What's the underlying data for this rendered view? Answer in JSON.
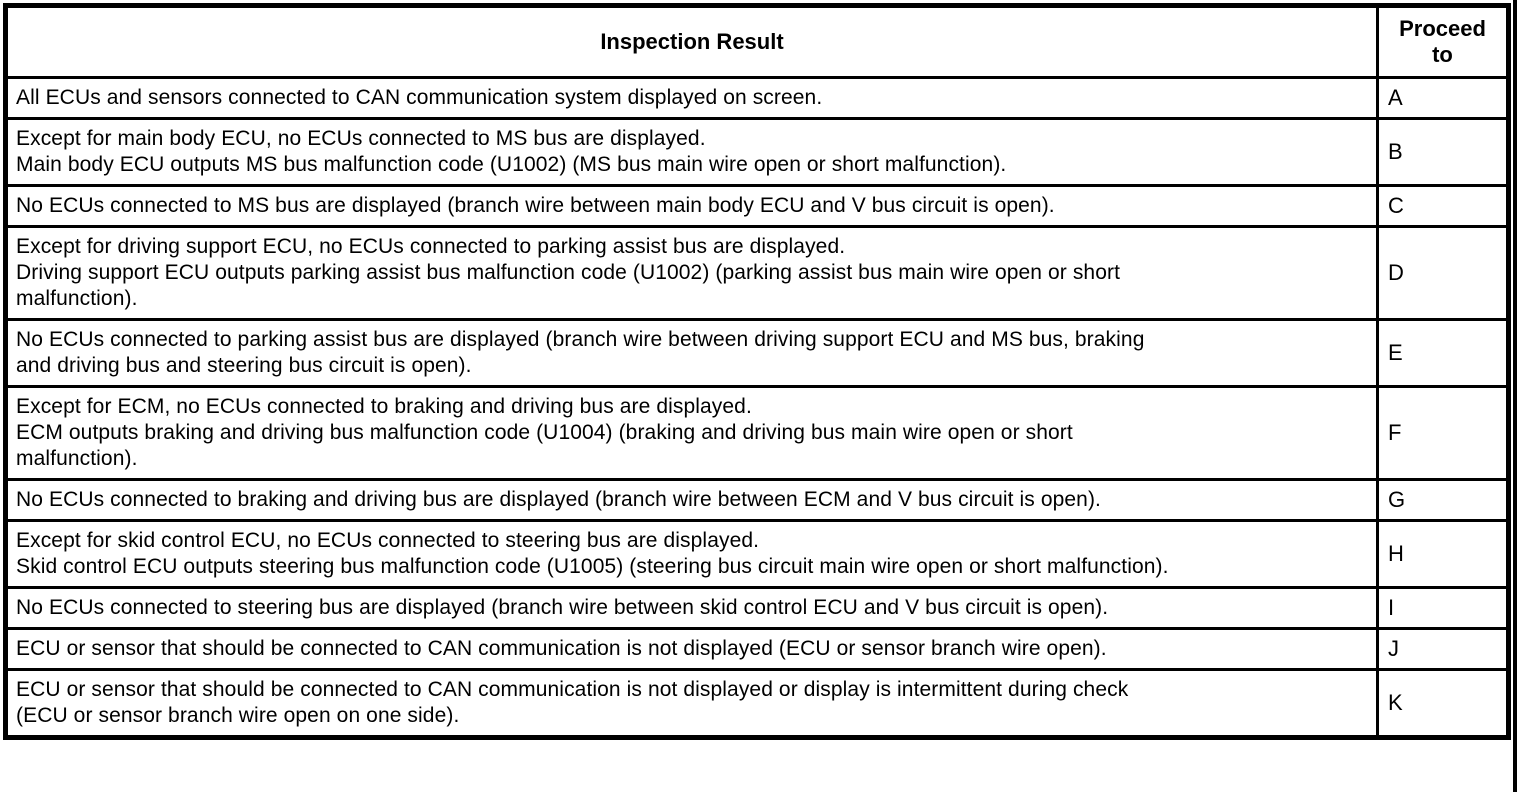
{
  "page": {
    "background_color": "#ffffff",
    "line_color": "#000000"
  },
  "table": {
    "header": {
      "result_label": "Inspection Result",
      "proceed_label": "Proceed\nto"
    },
    "rows": [
      {
        "result": "All ECUs and sensors connected to CAN communication system displayed on screen.",
        "proceed": "A"
      },
      {
        "result": "Except for main body ECU, no ECUs connected to MS bus are displayed.\nMain body ECU outputs MS bus malfunction code (U1002) (MS bus main wire open or short malfunction).",
        "proceed": "B"
      },
      {
        "result": "No ECUs connected to MS bus are displayed (branch wire between main body ECU and V bus circuit is open).",
        "proceed": "C"
      },
      {
        "result": "Except for driving support ECU, no ECUs connected to parking assist bus are displayed.\nDriving support ECU outputs parking assist bus malfunction code (U1002) (parking assist bus main wire open or short\nmalfunction).",
        "proceed": "D"
      },
      {
        "result": "No ECUs connected to parking assist bus are displayed (branch wire between driving support ECU and MS bus, braking\nand driving bus and steering bus circuit is open).",
        "proceed": "E"
      },
      {
        "result": "Except for ECM, no ECUs connected to braking and driving bus are displayed.\nECM outputs braking and driving bus malfunction code (U1004) (braking and driving bus main wire open or short\nmalfunction).",
        "proceed": "F"
      },
      {
        "result": "No ECUs connected to braking and driving bus are displayed (branch wire between ECM and V bus circuit is open).",
        "proceed": "G"
      },
      {
        "result": "Except for skid control ECU, no ECUs connected to steering bus are displayed.\nSkid control ECU outputs steering bus malfunction code (U1005) (steering bus circuit main wire open or short malfunction).",
        "proceed": "H"
      },
      {
        "result": "No ECUs connected to steering bus are displayed (branch wire between skid control ECU and V bus circuit is open).",
        "proceed": "I"
      },
      {
        "result": "ECU or sensor that should be connected to CAN communication is not displayed (ECU or sensor branch wire open).",
        "proceed": "J"
      },
      {
        "result": "ECU or sensor that should be connected to CAN communication is not displayed or display is intermittent during check\n(ECU or sensor branch wire open on one side).",
        "proceed": "K"
      }
    ]
  }
}
